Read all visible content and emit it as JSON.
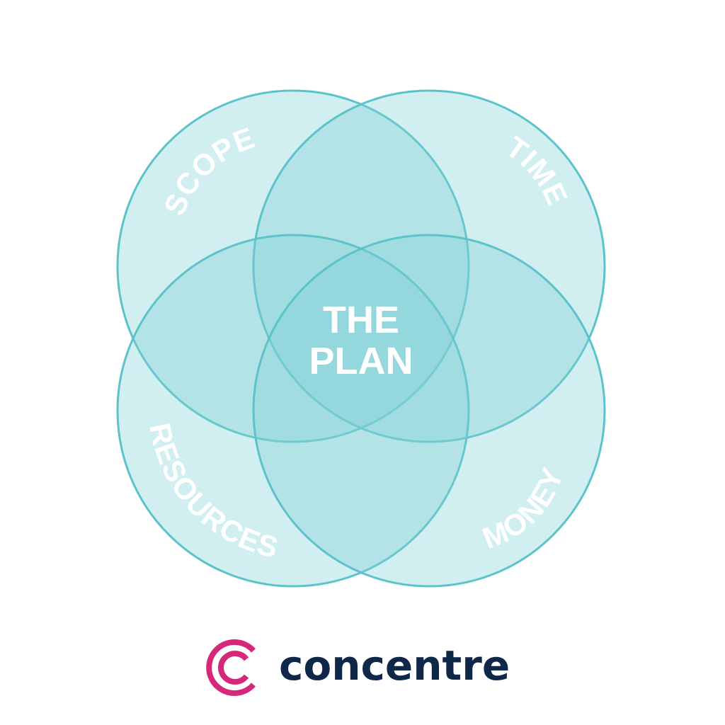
{
  "colors": {
    "circle_fill": "#7fd0d6",
    "circle_stroke": "#5cc3ca",
    "label_text": "#ffffff",
    "brand_mark": "#d6287a",
    "brand_text": "#0f2748"
  },
  "diagram": {
    "center_label_line1": "THE",
    "center_label_line2": "PLAN",
    "sets": [
      {
        "label": "SCOPE"
      },
      {
        "label": "TIME"
      },
      {
        "label": "RESOURCES"
      },
      {
        "label": "MONEY"
      }
    ]
  },
  "brand": {
    "name": "concentre",
    "mark_icon": "concentric-c-logo-icon"
  }
}
